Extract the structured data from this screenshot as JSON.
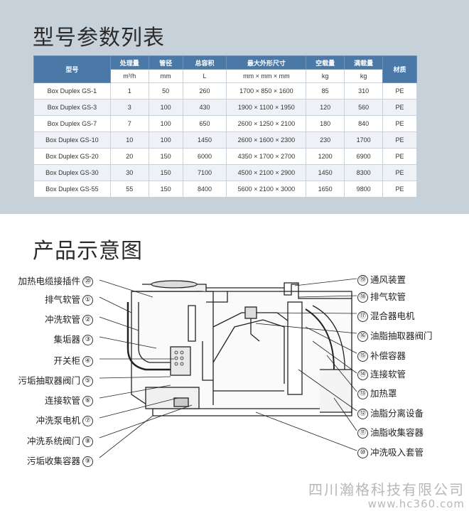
{
  "titles": {
    "table": "型号参数列表",
    "diagram": "产品示意图"
  },
  "table": {
    "headers": [
      "型号",
      "处理量",
      "管径",
      "总容积",
      "最大外形尺寸",
      "空载量",
      "满载量",
      "材质"
    ],
    "units": [
      "m³/h",
      "mm",
      "L",
      "mm × mm × mm",
      "kg",
      "kg"
    ],
    "rows": [
      [
        "Box Duplex GS-1",
        "1",
        "50",
        "260",
        "1700 × 850 × 1600",
        "85",
        "310",
        "PE"
      ],
      [
        "Box Duplex GS-3",
        "3",
        "100",
        "430",
        "1900 × 1100 × 1950",
        "120",
        "560",
        "PE"
      ],
      [
        "Box Duplex GS-7",
        "7",
        "100",
        "650",
        "2600 × 1250 × 2100",
        "180",
        "840",
        "PE"
      ],
      [
        "Box Duplex GS-10",
        "10",
        "100",
        "1450",
        "2600 × 1600 × 2300",
        "230",
        "1700",
        "PE"
      ],
      [
        "Box Duplex GS-20",
        "20",
        "150",
        "6000",
        "4350 × 1700 × 2700",
        "1200",
        "6900",
        "PE"
      ],
      [
        "Box Duplex GS-30",
        "30",
        "150",
        "7100",
        "4500 × 2100 × 2900",
        "1450",
        "8300",
        "PE"
      ],
      [
        "Box Duplex GS-55",
        "55",
        "150",
        "8400",
        "5600 × 2100 × 3000",
        "1650",
        "9800",
        "PE"
      ]
    ]
  },
  "diagram": {
    "left_labels": [
      {
        "text": "加热电缆接插件",
        "num": "⑳"
      },
      {
        "text": "排气软管",
        "num": "①"
      },
      {
        "text": "冲洗软管",
        "num": "②"
      },
      {
        "text": "集垢器",
        "num": "③"
      },
      {
        "text": "开关柜",
        "num": "④"
      },
      {
        "text": "污垢抽取器阀门",
        "num": "⑤"
      },
      {
        "text": "连接软管",
        "num": "⑥"
      },
      {
        "text": "冲洗泵电机",
        "num": "⑦"
      },
      {
        "text": "冲洗系统阀门",
        "num": "⑧"
      },
      {
        "text": "污垢收集容器",
        "num": "⑨"
      }
    ],
    "right_labels": [
      {
        "text": "通风装置",
        "num": "⑲"
      },
      {
        "text": "排气软管",
        "num": "⑱"
      },
      {
        "text": "混合器电机",
        "num": "⑰"
      },
      {
        "text": "油脂抽取器阀门",
        "num": "⑯"
      },
      {
        "text": "补偿容器",
        "num": "⑮"
      },
      {
        "text": "连接软管",
        "num": "⑭"
      },
      {
        "text": "加热罩",
        "num": "⑬"
      },
      {
        "text": "油脂分离设备",
        "num": "⑫"
      },
      {
        "text": "油脂收集容器",
        "num": "⑪"
      },
      {
        "text": "冲洗吸入套管",
        "num": "⑩"
      }
    ]
  },
  "footer": {
    "company": "四川瀚格科技有限公司",
    "url": "www.hc360.com"
  }
}
